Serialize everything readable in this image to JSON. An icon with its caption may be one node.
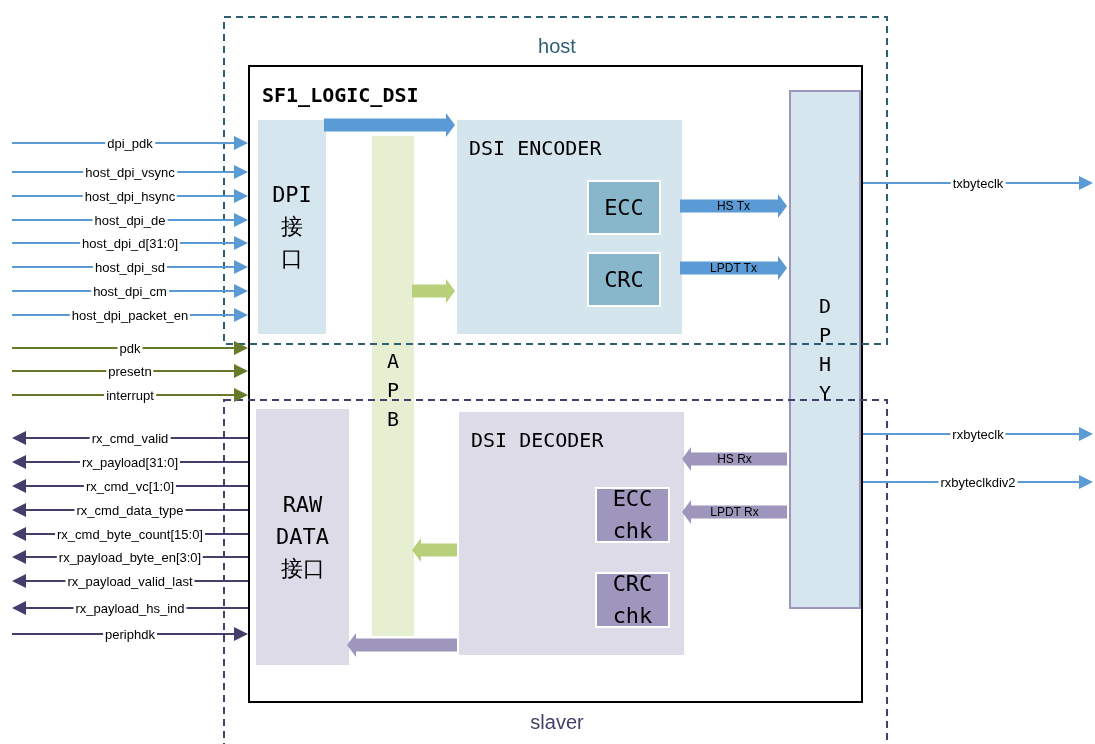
{
  "diagram": {
    "nodes": [
      {
        "text": [
          "SF1_LOGIC_DSI"
        ]
      },
      {
        "text": [
          "DPI 接口"
        ],
        "in": 0
      },
      {
        "text": [
          "A P B"
        ],
        "in": 0
      },
      {
        "text": [
          "DSI ENCODER"
        ],
        "in": 0
      },
      {
        "text": [
          "ECC"
        ],
        "in": 3
      },
      {
        "text": [
          "CRC"
        ],
        "in": 3
      },
      {
        "text": [
          "D P H Y"
        ],
        "in": 0
      },
      {
        "text": [
          "DSI DECODER"
        ],
        "in": 0
      },
      {
        "text": [
          "ECC chk"
        ],
        "in": 7
      },
      {
        "text": [
          "CRC chk"
        ],
        "in": 7
      },
      {
        "text": [
          "RAW DATA 接口"
        ],
        "in": 0
      }
    ],
    "edges": [
      {
        "from": 1,
        "to": 3,
        "arrow": "to",
        "style": "thick"
      },
      {
        "from": 2,
        "to": 3,
        "arrow": "to",
        "style": "thick",
        "color": "#b8d07a"
      },
      {
        "from": 3,
        "to": 6,
        "arrow": "to",
        "label": "HS Tx",
        "style": "thick"
      },
      {
        "from": 3,
        "to": 6,
        "arrow": "to",
        "label": "LPDT Tx",
        "style": "thick"
      },
      {
        "from": 6,
        "to": 7,
        "arrow": "to",
        "label": "HS Rx",
        "style": "thick",
        "color": "#9e96bd"
      },
      {
        "from": 6,
        "to": 7,
        "arrow": "to",
        "label": "LPDT Rx",
        "style": "thick",
        "color": "#9e96bd"
      },
      {
        "from": 7,
        "to": 10,
        "arrow": "to",
        "style": "thick",
        "color": "#9e96bd"
      },
      {
        "from": 7,
        "to": 2,
        "arrow": "to",
        "style": "thick",
        "color": "#b8d07a"
      },
      {
        "from": null,
        "to": 0,
        "arrow": "to",
        "label": "dpi_pdk"
      },
      {
        "from": null,
        "to": 0,
        "arrow": "to",
        "label": "host_dpi_vsync"
      },
      {
        "from": null,
        "to": 0,
        "arrow": "to",
        "label": "host_dpi_hsync"
      },
      {
        "from": null,
        "to": 0,
        "arrow": "to",
        "label": "host_dpi_de"
      },
      {
        "from": null,
        "to": 0,
        "arrow": "to",
        "label": "host_dpi_d[31:0]"
      },
      {
        "from": null,
        "to": 0,
        "arrow": "to",
        "label": "host_dpi_sd"
      },
      {
        "from": null,
        "to": 0,
        "arrow": "to",
        "label": "host_dpi_cm"
      },
      {
        "from": null,
        "to": 0,
        "arrow": "to",
        "label": "host_dpi_packet_en"
      },
      {
        "from": null,
        "to": 0,
        "arrow": "to",
        "label": "pdk",
        "color": "#667b2a"
      },
      {
        "from": null,
        "to": 0,
        "arrow": "to",
        "label": "presetn",
        "color": "#667b2a"
      },
      {
        "from": null,
        "to": 0,
        "arrow": "to",
        "label": "interrupt",
        "color": "#667b2a"
      },
      {
        "from": 0,
        "to": null,
        "arrow": "to",
        "label": "rx_cmd_valid",
        "color": "#433f6a"
      },
      {
        "from": 0,
        "to": null,
        "arrow": "to",
        "label": "rx_payload[31:0]",
        "color": "#433f6a"
      },
      {
        "from": 0,
        "to": null,
        "arrow": "to",
        "label": "rx_cmd_vc[1:0]",
        "color": "#433f6a"
      },
      {
        "from": 0,
        "to": null,
        "arrow": "to",
        "label": "rx_cmd_data_type",
        "color": "#433f6a"
      },
      {
        "from": 0,
        "to": null,
        "arrow": "to",
        "label": "rx_cmd_byte_count[15:0]",
        "color": "#433f6a"
      },
      {
        "from": 0,
        "to": null,
        "arrow": "to",
        "label": "rx_payload_byte_en[3:0]",
        "color": "#433f6a"
      },
      {
        "from": 0,
        "to": null,
        "arrow": "to",
        "label": "rx_payload_valid_last",
        "color": "#433f6a"
      },
      {
        "from": 0,
        "to": null,
        "arrow": "to",
        "label": "rx_payload_hs_ind",
        "color": "#433f6a"
      },
      {
        "from": null,
        "to": 0,
        "arrow": "to",
        "label": "periphdk",
        "color": "#433f6a"
      },
      {
        "from": 0,
        "to": null,
        "arrow": "to",
        "label": "txbyteclk"
      },
      {
        "from": 0,
        "to": null,
        "arrow": "to",
        "label": "rxbyteclk"
      },
      {
        "from": 0,
        "to": null,
        "arrow": "to",
        "label": "rxbyteclkdiv2"
      }
    ],
    "labels": [
      "host",
      "slaver"
    ]
  }
}
